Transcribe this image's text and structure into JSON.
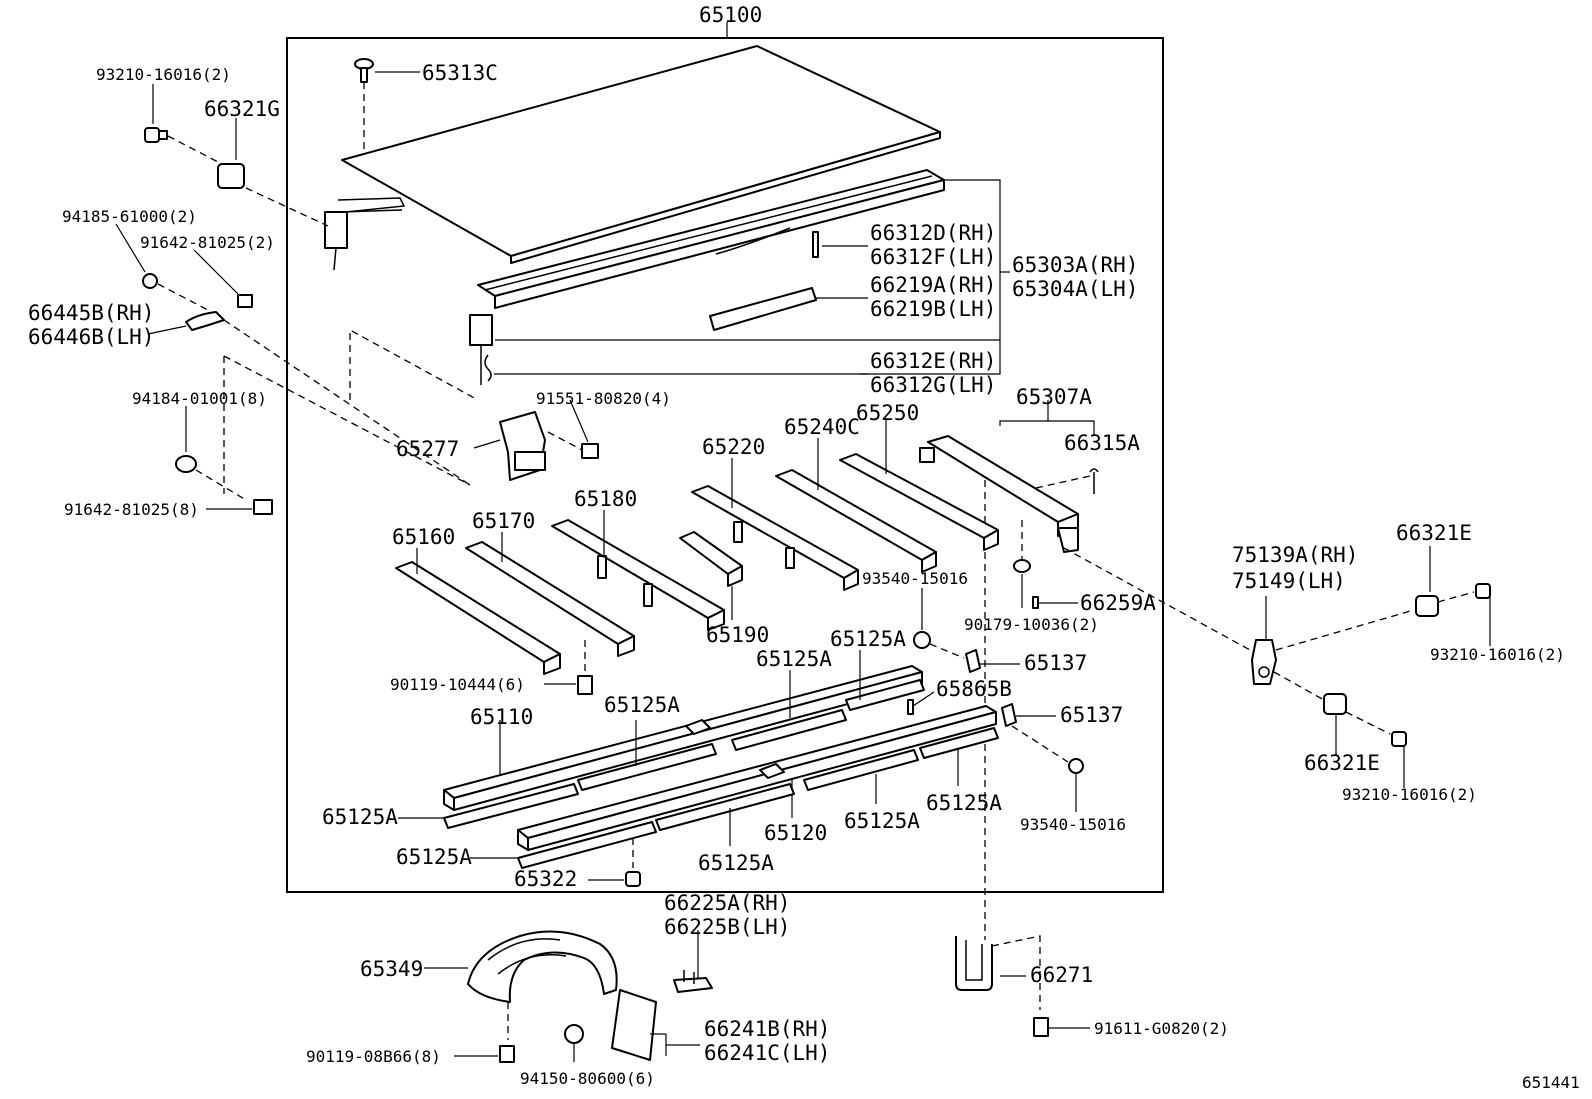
{
  "figure_code": "651441",
  "labels": {
    "l65100": "65100",
    "l65313C": "65313C",
    "l93210_top": "93210-16016(2)",
    "l66321G": "66321G",
    "l94185": "94185-61000(2)",
    "l91642_2": "91642-81025(2)",
    "l66445B": "66445B(RH)",
    "l66446B": "66446B(LH)",
    "l94184": "94184-01001(8)",
    "l91642_8": "91642-81025(8)",
    "l66312D": "66312D(RH)",
    "l66312F": "66312F(LH)",
    "l66219A": "66219A(RH)",
    "l66219B": "66219B(LH)",
    "l65303A": "65303A(RH)",
    "l65304A": "65304A(LH)",
    "l66312E": "66312E(RH)",
    "l66312G": "66312G(LH)",
    "l91551": "91551-80820(4)",
    "l65277": "65277",
    "l65307A": "65307A",
    "l66315A": "66315A",
    "l65240C": "65240C",
    "l65250": "65250",
    "l65220": "65220",
    "l65180": "65180",
    "l65170": "65170",
    "l65160": "65160",
    "l65190": "65190",
    "l93540_a": "93540-15016",
    "l90179": "90179-10036(2)",
    "l66259A": "66259A",
    "l90119_10444": "90119-10444(6)",
    "l65125A_1": "65125A",
    "l65125A_2": "65125A",
    "l65125A_3": "65125A",
    "l65125A_4": "65125A",
    "l65125A_5": "65125A",
    "l65125A_6": "65125A",
    "l65125A_7": "65125A",
    "l65125A_8": "65125A",
    "l65137_a": "65137",
    "l65137_b": "65137",
    "l65865B": "65865B",
    "l65110": "65110",
    "l65120": "65120",
    "l93540_b": "93540-15016",
    "l65322": "65322",
    "l75139A": "75139A(RH)",
    "l75149": "75149(LH)",
    "l66321E_top": "66321E",
    "l93210_right": "93210-16016(2)",
    "l66321E_bottom": "66321E",
    "l93210_bottom": "93210-16016(2)",
    "l66225A": "66225A(RH)",
    "l66225B": "66225B(LH)",
    "l65349": "65349",
    "l66271": "66271",
    "l91611": "91611-G0820(2)",
    "l66241B": "66241B(RH)",
    "l66241C": "66241C(LH)",
    "l90119_08B66": "90119-08B66(8)",
    "l94150": "94150-80600(6)"
  }
}
